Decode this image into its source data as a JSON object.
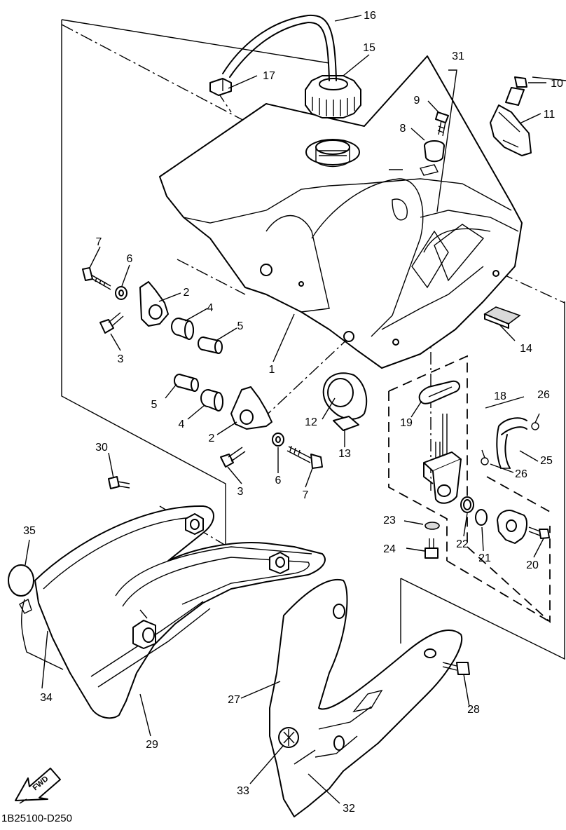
{
  "diagram_code": "1B25100-D250",
  "fwd_label": "FWD",
  "callouts": [
    {
      "key": "c1",
      "label": "1"
    },
    {
      "key": "c2a",
      "label": "2"
    },
    {
      "key": "c2b",
      "label": "2"
    },
    {
      "key": "c3a",
      "label": "3"
    },
    {
      "key": "c3b",
      "label": "3"
    },
    {
      "key": "c4a",
      "label": "4"
    },
    {
      "key": "c4b",
      "label": "4"
    },
    {
      "key": "c5a",
      "label": "5"
    },
    {
      "key": "c5b",
      "label": "5"
    },
    {
      "key": "c6a",
      "label": "6"
    },
    {
      "key": "c6b",
      "label": "6"
    },
    {
      "key": "c7a",
      "label": "7"
    },
    {
      "key": "c7b",
      "label": "7"
    },
    {
      "key": "c8",
      "label": "8"
    },
    {
      "key": "c9",
      "label": "9"
    },
    {
      "key": "c10",
      "label": "10"
    },
    {
      "key": "c11",
      "label": "11"
    },
    {
      "key": "c12",
      "label": "12"
    },
    {
      "key": "c13",
      "label": "13"
    },
    {
      "key": "c14",
      "label": "14"
    },
    {
      "key": "c15",
      "label": "15"
    },
    {
      "key": "c16",
      "label": "16"
    },
    {
      "key": "c17",
      "label": "17"
    },
    {
      "key": "c18",
      "label": "18"
    },
    {
      "key": "c19",
      "label": "19"
    },
    {
      "key": "c20",
      "label": "20"
    },
    {
      "key": "c21",
      "label": "21"
    },
    {
      "key": "c22",
      "label": "22"
    },
    {
      "key": "c23",
      "label": "23"
    },
    {
      "key": "c24",
      "label": "24"
    },
    {
      "key": "c25",
      "label": "25"
    },
    {
      "key": "c26a",
      "label": "26"
    },
    {
      "key": "c26b",
      "label": "26"
    },
    {
      "key": "c27",
      "label": "27"
    },
    {
      "key": "c28",
      "label": "28"
    },
    {
      "key": "c29",
      "label": "29"
    },
    {
      "key": "c30",
      "label": "30"
    },
    {
      "key": "c31",
      "label": "31"
    },
    {
      "key": "c32",
      "label": "32"
    },
    {
      "key": "c33",
      "label": "33"
    },
    {
      "key": "c34",
      "label": "34"
    },
    {
      "key": "c35",
      "label": "35"
    }
  ]
}
